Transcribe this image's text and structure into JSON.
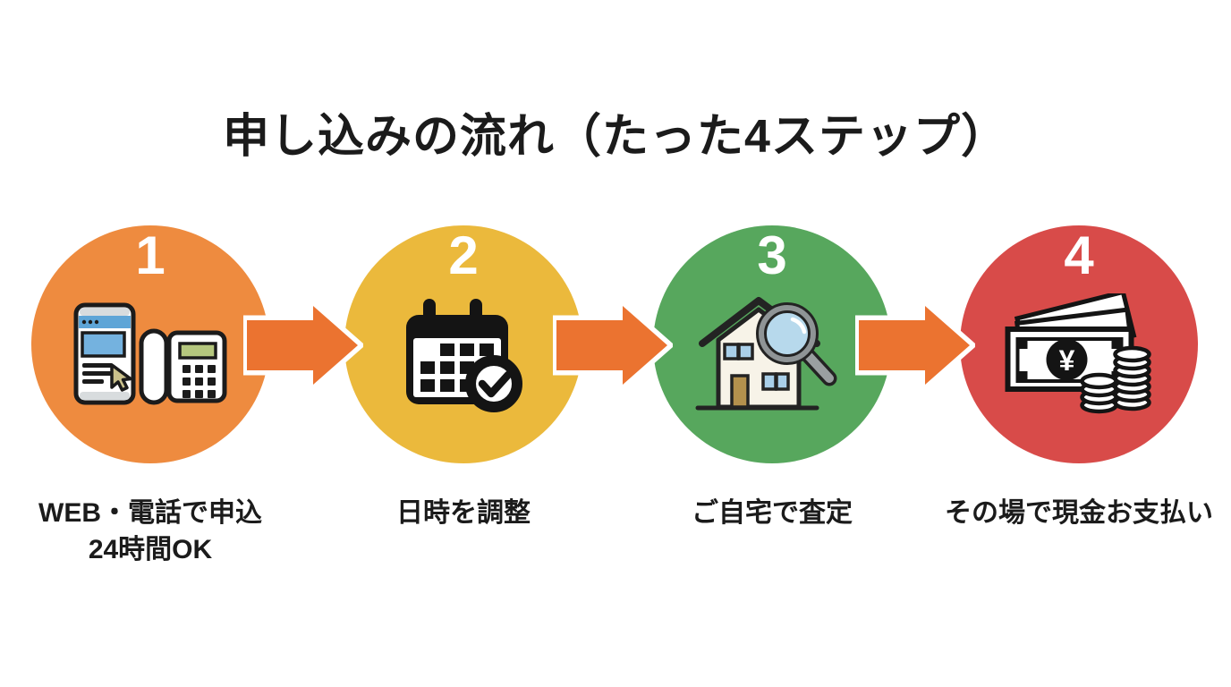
{
  "title": "申し込みの流れ（たった4ステップ）",
  "arrow_color": "#EB7330",
  "steps": [
    {
      "number": "1",
      "color": "#EE8B3F",
      "icon": "web-and-phone",
      "label_line1": "WEB・電話で申込",
      "label_line2": "24時間OK"
    },
    {
      "number": "2",
      "color": "#EBB93C",
      "icon": "calendar-check",
      "label_line1": "日時を調整"
    },
    {
      "number": "3",
      "color": "#57A75D",
      "icon": "house-appraisal-magnifier",
      "label_line1": "ご自宅で査定"
    },
    {
      "number": "4",
      "color": "#D84B49",
      "icon": "cash-and-coins",
      "label_line1": "その場で現金お支払い",
      "yen_symbol": "¥"
    }
  ]
}
